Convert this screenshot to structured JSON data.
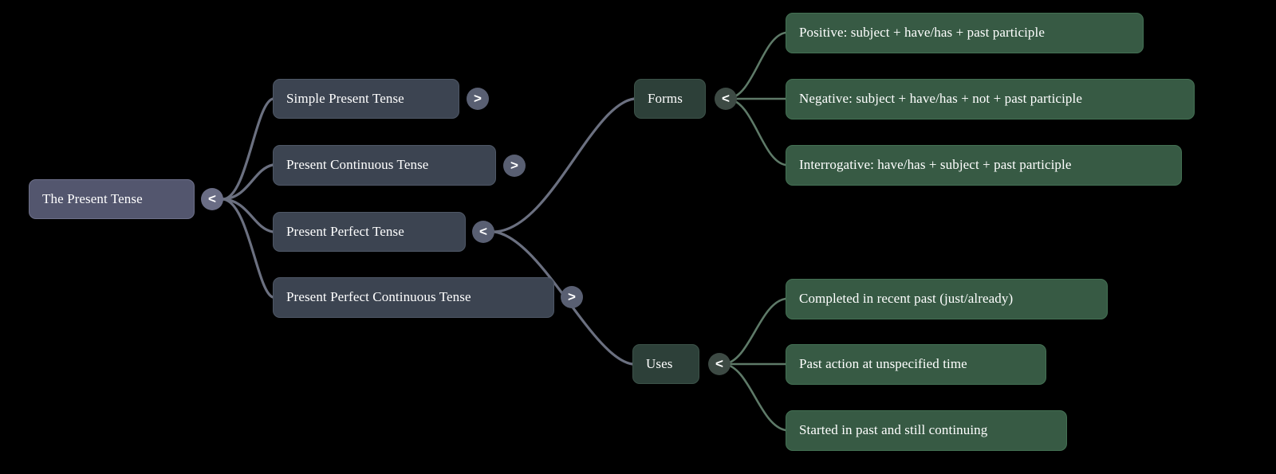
{
  "diagram": {
    "type": "mindmap",
    "title": "The Present Tense",
    "background_color": "#000000",
    "colors": {
      "root_node": "#53566e",
      "branch_node": "#3c4451",
      "green_mid_node": "#2d4039",
      "green_leaf_node": "#375a44",
      "edge_slate": "#6b7080",
      "edge_green": "#5e7a68",
      "text": "#ffffff"
    },
    "toggle_icons": {
      "expanded": "<",
      "collapsed": ">"
    }
  },
  "nodes": {
    "root": {
      "label": "The Present Tense",
      "toggle": "<",
      "state": "expanded"
    },
    "branches": [
      {
        "label": "Simple Present Tense",
        "toggle": ">",
        "state": "collapsed"
      },
      {
        "label": "Present Continuous Tense",
        "toggle": ">",
        "state": "collapsed"
      },
      {
        "label": "Present Perfect Tense",
        "toggle": "<",
        "state": "expanded"
      },
      {
        "label": "Present Perfect Continuous Tense",
        "toggle": ">",
        "state": "collapsed"
      }
    ],
    "forms": {
      "label": "Forms",
      "toggle": "<",
      "state": "expanded",
      "children": [
        "Positive: subject + have/has + past participle",
        "Negative: subject + have/has + not + past participle",
        "Interrogative: have/has + subject + past participle"
      ]
    },
    "uses": {
      "label": "Uses",
      "toggle": "<",
      "state": "expanded",
      "children": [
        "Completed in recent past (just/already)",
        "Past action at unspecified time",
        "Started in past and still continuing"
      ]
    }
  }
}
